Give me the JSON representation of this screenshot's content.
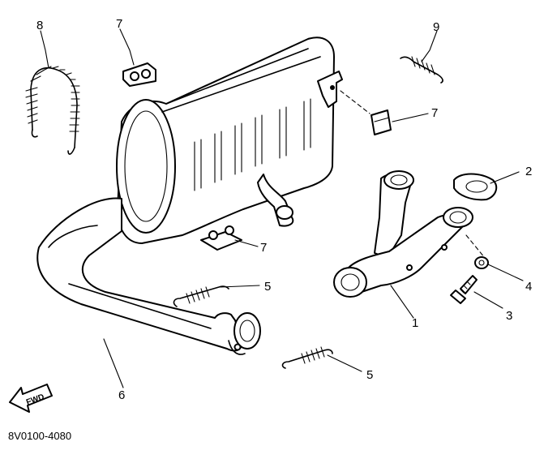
{
  "diagram": {
    "code": "8V0100-4080",
    "fwd_label": "FWD",
    "callouts": {
      "part_1": "1",
      "part_2": "2",
      "part_3": "3",
      "part_4": "4",
      "part_5_upper": "5",
      "part_5_lower": "5",
      "part_6": "6",
      "part_7_top": "7",
      "part_7_right": "7",
      "part_7_bottom": "7",
      "part_8": "8",
      "part_9": "9"
    },
    "parts": [
      {
        "id": "1",
        "name": "exhaust-pipe-assembly"
      },
      {
        "id": "2",
        "name": "gasket"
      },
      {
        "id": "3",
        "name": "bolt"
      },
      {
        "id": "4",
        "name": "washer"
      },
      {
        "id": "5",
        "name": "spring"
      },
      {
        "id": "6",
        "name": "muffler"
      },
      {
        "id": "7",
        "name": "damper"
      },
      {
        "id": "8",
        "name": "spring-large"
      },
      {
        "id": "9",
        "name": "spring-small"
      }
    ]
  }
}
